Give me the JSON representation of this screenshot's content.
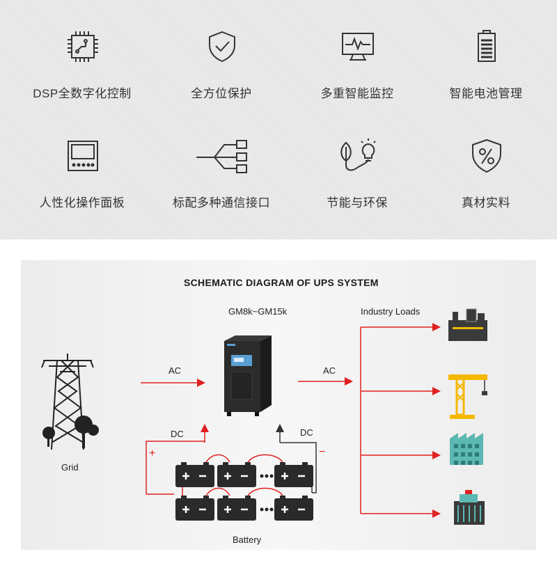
{
  "features": [
    {
      "label": "DSP全数字化控制",
      "icon": "chip-icon"
    },
    {
      "label": "全方位保护",
      "icon": "shield-check-icon"
    },
    {
      "label": "多重智能监控",
      "icon": "monitor-pulse-icon"
    },
    {
      "label": "智能电池管理",
      "icon": "battery-icon"
    },
    {
      "label": "人性化操作面板",
      "icon": "control-panel-icon"
    },
    {
      "label": "标配多种通信接口",
      "icon": "interfaces-icon"
    },
    {
      "label": "节能与环保",
      "icon": "leaf-bulb-icon"
    },
    {
      "label": "真材实料",
      "icon": "percent-shield-icon"
    }
  ],
  "diagram": {
    "title": "SCHEMATIC DIAGRAM OF UPS SYSTEM",
    "model": "GM8k~GM15k",
    "loads_label": "Industry Loads",
    "ac_in": "AC",
    "ac_out": "AC",
    "dc_left": "DC",
    "dc_right": "DC",
    "grid_label": "Grid",
    "battery_label": "Battery",
    "plus_sign": "+",
    "minus_sign": "−",
    "load_icons": [
      "factory-icon",
      "crane-icon",
      "building-icon",
      "power-plant-icon"
    ],
    "colors": {
      "arrow": "#e02020",
      "icon_dark": "#3a3a3a",
      "accent": "#f5b800"
    }
  }
}
